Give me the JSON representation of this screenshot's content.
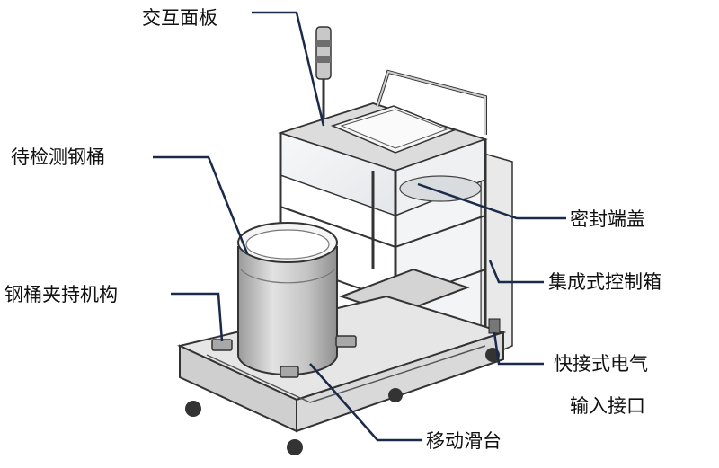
{
  "labels": {
    "interaction_panel": "交互面板",
    "drum_under_test": "待检测钢桶",
    "sealing_lid": "密封端盖",
    "drum_clamp": "钢桶夹持机构",
    "integrated_control_box": "集成式控制箱",
    "quick_connect_line1": "快接式电气",
    "quick_connect_line2": "输入接口",
    "mobile_slide": "移动滑台"
  },
  "colors": {
    "leader_line": "#1a2a4a",
    "frame": "#3a3a3a",
    "frame_fill": "#d8d8d8",
    "glass": "#eef1f3",
    "drum": "#bdbdbd",
    "drum_inner": "#f4f4f4"
  }
}
